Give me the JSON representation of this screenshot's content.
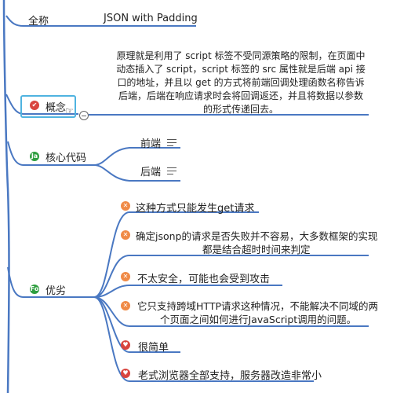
{
  "nodes": {
    "fullname": {
      "label": "全称",
      "value": "JSON with Padding"
    },
    "concept": {
      "label": "概念",
      "description": "原理就是利用了 script 标签不受同源策略的限制，在页面中动态插入了 script，script 标签的 src 属性就是后端 api 接口的地址，并且以 get 的方式将前端回调处理函数名称告诉后端，后端在响应请求时会将回调返还，并且将数据以参数的形式传递回去。"
    },
    "core_code": {
      "label": "核心代码",
      "children": [
        "前端",
        "后端"
      ]
    },
    "pros_cons": {
      "label": "优劣",
      "items": [
        {
          "text": "这种方式只能发生get请求",
          "type": "con"
        },
        {
          "text_line1": "确定jsonp的请求是否失败并不容易，大多数框架的实现",
          "text_line2": "都是结合超时时间来判定",
          "type": "con"
        },
        {
          "text": "不太安全，可能也会受到攻击",
          "type": "con"
        },
        {
          "text_line1": "它只支持跨域HTTP请求这种情况，不能解决不同域的两",
          "text_line2": "个页面之间如何进行JavaScript调用的问题。",
          "type": "con"
        },
        {
          "text": "很简单",
          "type": "pro"
        },
        {
          "text": "老式浏览器全部支持，服务器改造非常小",
          "type": "pro"
        }
      ]
    }
  },
  "icons": {
    "con": "x-circle-icon",
    "pro": "heart-icon",
    "concept": "thumbs-up-icon",
    "code": "code-icon",
    "pros": "fo-icon"
  },
  "colors": {
    "branch": "#4a78c2",
    "selection": "#4fb3e0",
    "con": "#f08a46",
    "pro": "#d9453f",
    "green": "#2e9e3f"
  }
}
